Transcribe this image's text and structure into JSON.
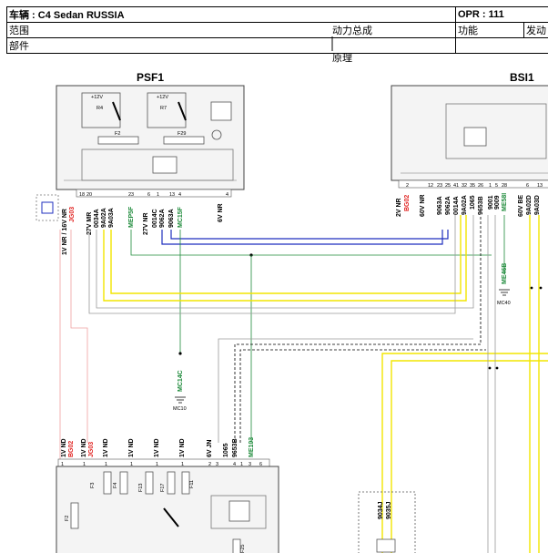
{
  "header": {
    "vehicle": "车辆 : C4 Sedan RUSSIA",
    "opr": "OPR : 111",
    "scope_label": "范围",
    "powertrain": "动力总成",
    "function_label": "功能",
    "engine_partial": "发动",
    "parts_label": "部件",
    "principle": "原理"
  },
  "components": {
    "psf1": "PSF1",
    "bsi1": "BSI1",
    "r4": "R4",
    "r7": "R7",
    "f2_top": "F2",
    "f29": "F29",
    "plus12v_1": "+12V",
    "plus12v_2": "+12V"
  },
  "psf1_wires": {
    "w1": "1V NR / 16V NR",
    "w1_code": "JG03",
    "w2": "27V MR",
    "w2_codes": "0034A",
    "w3": "9A02A",
    "w4": "9A03A",
    "w5": "MEP5F",
    "w6": "27V NR",
    "w7": "0014C",
    "w8": "9062A",
    "w9": "9063A",
    "w10": "MC15F",
    "w11": "6V NR"
  },
  "psf1_pins": [
    "18",
    "20",
    "23",
    "6",
    "1",
    "13",
    "4",
    "4"
  ],
  "bsi_wires": {
    "b1": "2V NR",
    "b1_code": "BG02",
    "b2": "60V NR",
    "b3": "9063A",
    "b4": "9062A",
    "b5": "0014A",
    "b6": "9A02A",
    "b7": "1065",
    "b8": "9653B",
    "b9": "9001",
    "b10": "9009",
    "b11": "ME58I",
    "b12": "60V BE",
    "b13": "9A02D",
    "b14": "9A03D"
  },
  "bsi_pins": [
    "2",
    "12",
    "23",
    "25",
    "41",
    "32",
    "35",
    "26",
    "1",
    "5",
    "28",
    "6",
    "13"
  ],
  "ground_labels": {
    "mc14c": "MC14C",
    "mc10": "MC10",
    "me46b": "ME46B",
    "mc40": "MC40"
  },
  "bottom_wires": {
    "c1": "1V ND",
    "c1_code": "BG02",
    "c2": "1V ND",
    "c2_code": "JG03",
    "c3": "1V ND",
    "c4": "1V ND",
    "c5": "1V ND",
    "c6": "1V ND",
    "c7": "6V JN",
    "c8": "1065",
    "c9": "9653B",
    "c10": "ME103"
  },
  "bottom_pins": [
    "1",
    "1",
    "1",
    "1",
    "1",
    "1",
    "2",
    "3",
    "4",
    "1",
    "3",
    "6"
  ],
  "fuses_bottom": {
    "f3": "F3",
    "f4": "F4",
    "f13": "F13",
    "f17": "F17",
    "f11": "F11",
    "f2": "F2",
    "f25": "F25"
  },
  "aux": {
    "a1": "9034J",
    "a2": "9035J"
  },
  "colors": {
    "red": "#e0201e",
    "green": "#1d8a3a",
    "blue": "#1f2fbf",
    "yellow": "#f2e500",
    "grey": "#9a9a9a",
    "pink": "#f0a0a0"
  }
}
